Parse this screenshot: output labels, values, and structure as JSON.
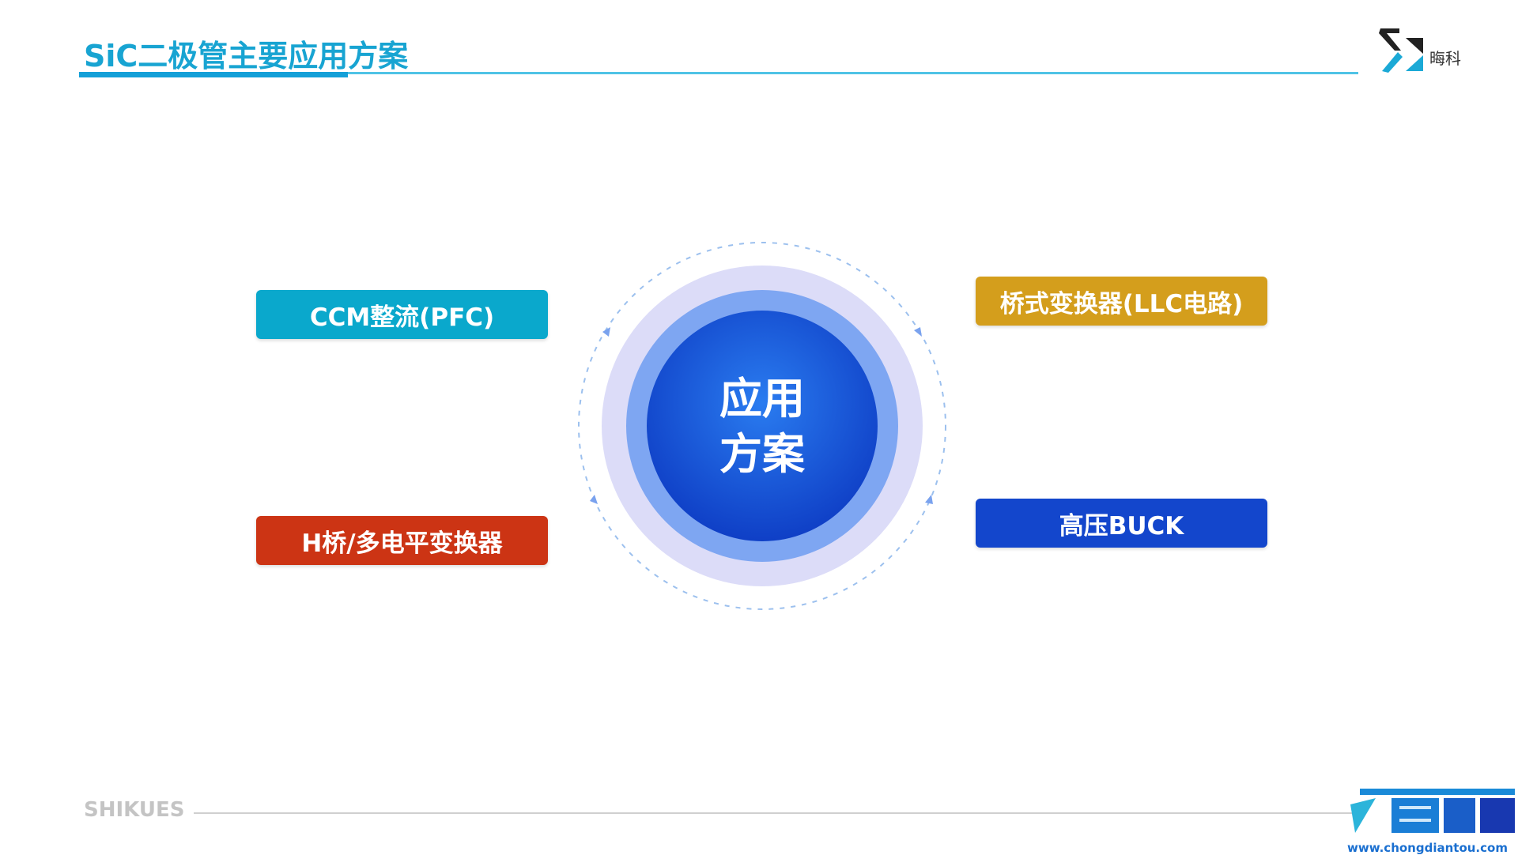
{
  "header": {
    "title": "SiC二极管主要应用方案",
    "logo_text": "晦科"
  },
  "center": {
    "line1": "应用",
    "line2": "方案"
  },
  "applications": [
    {
      "label": "CCM整流(PFC)",
      "color": "#0aa8cc"
    },
    {
      "label": "桥式变换器(LLC电路)",
      "color": "#d49e1c"
    },
    {
      "label": "H桥/多电平变换器",
      "color": "#cc3414"
    },
    {
      "label": "高压BUCK",
      "color": "#1346cc"
    }
  ],
  "footer": {
    "brand": "SHIKUES",
    "watermark_url": "www.chongdiantou.com"
  }
}
